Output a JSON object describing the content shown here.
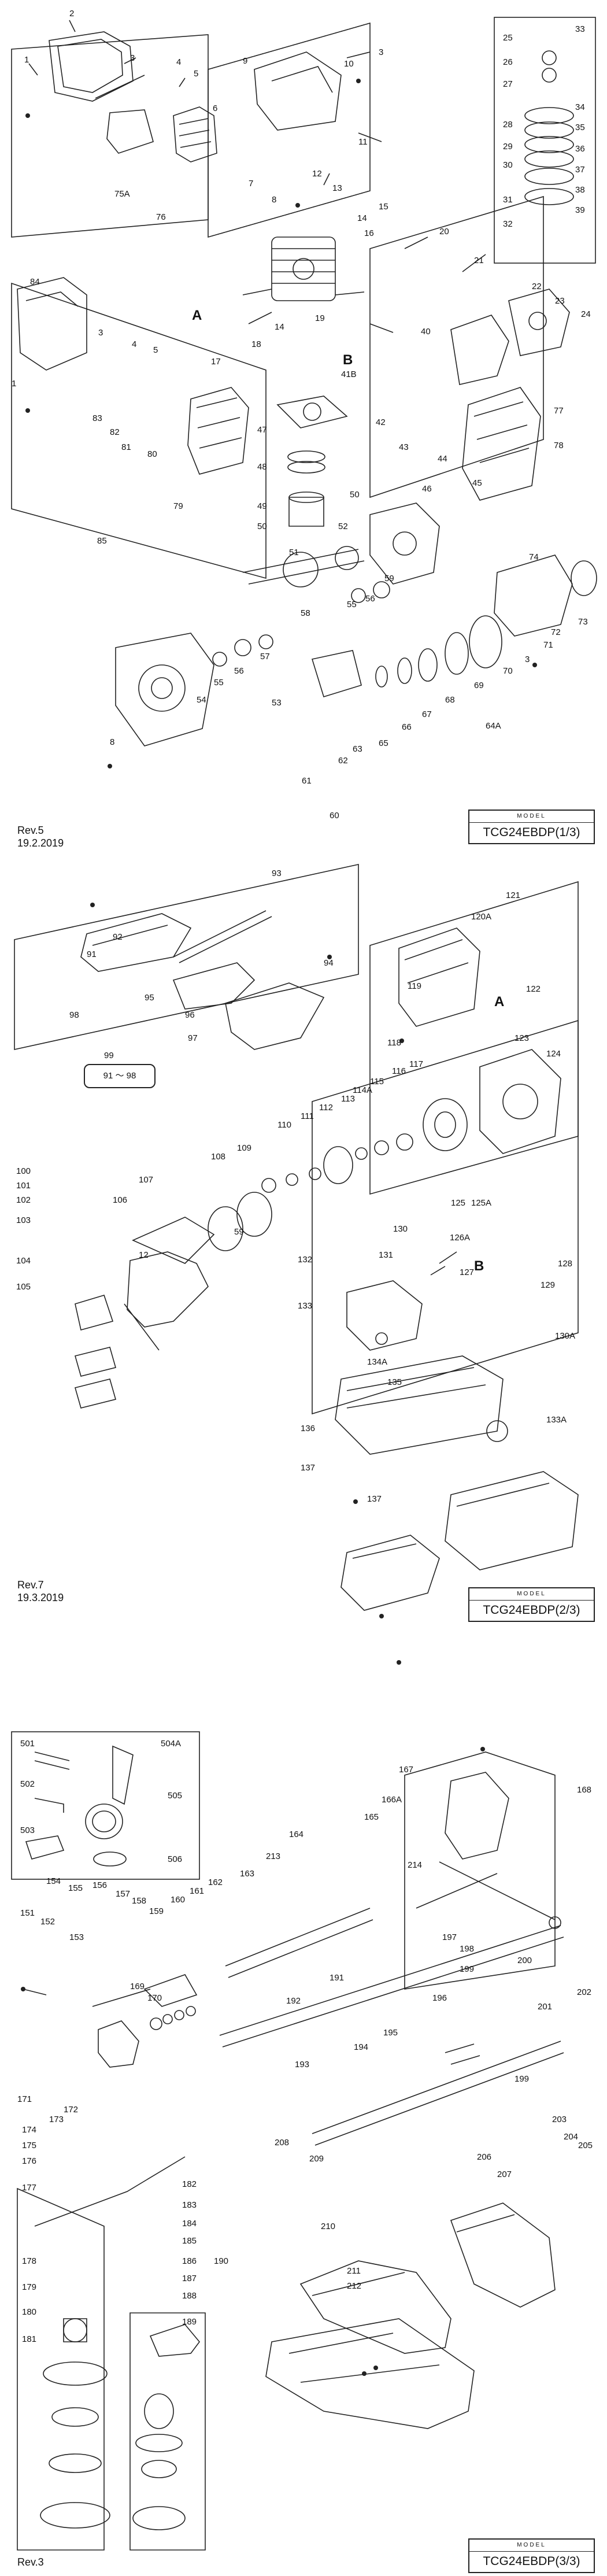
{
  "sheets": [
    {
      "rev": "Rev.5",
      "date": "19.2.2019",
      "model_header": "MODEL",
      "model": "TCG24EBDP(1/3)",
      "letters": [
        "A",
        "B"
      ],
      "labels": [
        "1",
        "2",
        "3",
        "4",
        "5",
        "6",
        "75A",
        "76",
        "9",
        "10",
        "3",
        "11",
        "12",
        "13",
        "7",
        "8",
        "14",
        "15",
        "16",
        "17",
        "18",
        "14",
        "19",
        "20",
        "21",
        "22",
        "23",
        "24",
        "25",
        "26",
        "27",
        "28",
        "29",
        "30",
        "31",
        "32",
        "33",
        "34",
        "35",
        "36",
        "37",
        "38",
        "39",
        "84",
        "3",
        "4",
        "5",
        "1",
        "83",
        "82",
        "81",
        "80",
        "79",
        "85",
        "40",
        "41B",
        "42",
        "43",
        "44",
        "45",
        "46",
        "77",
        "78",
        "47",
        "48",
        "49",
        "50",
        "51",
        "52",
        "50",
        "53",
        "54",
        "55",
        "56",
        "57",
        "58",
        "55",
        "56",
        "59",
        "8",
        "74",
        "73",
        "72",
        "71",
        "3",
        "70",
        "69",
        "68",
        "67",
        "66",
        "65",
        "64A",
        "63",
        "62",
        "61",
        "60"
      ]
    },
    {
      "rev": "Rev.7",
      "date": "19.3.2019",
      "model_header": "MODEL",
      "model": "TCG24EBDP(2/3)",
      "letters": [
        "A",
        "B"
      ],
      "range_text": "91 ～ 98",
      "labels": [
        "93",
        "92",
        "91",
        "94",
        "95",
        "96",
        "97",
        "98",
        "99",
        "121",
        "120A",
        "122",
        "119",
        "123",
        "118",
        "124",
        "117",
        "116",
        "115",
        "114A",
        "113",
        "112",
        "111",
        "110",
        "109",
        "108",
        "107",
        "106",
        "100",
        "101",
        "102",
        "103",
        "104",
        "105",
        "59",
        "12",
        "125",
        "125A",
        "126A",
        "130",
        "131",
        "127",
        "128",
        "129",
        "132",
        "133",
        "130A",
        "134A",
        "135",
        "133A",
        "136",
        "137",
        "137"
      ]
    },
    {
      "rev": "Rev.3",
      "date": "",
      "model_header": "MODEL",
      "model": "TCG24EBDP(3/3)",
      "labels": [
        "501",
        "504A",
        "502",
        "505",
        "503",
        "506",
        "167",
        "168",
        "166A",
        "165",
        "164",
        "213",
        "163",
        "214",
        "154",
        "155",
        "156",
        "157",
        "158",
        "159",
        "160",
        "161",
        "162",
        "151",
        "152",
        "153",
        "169",
        "170",
        "197",
        "198",
        "199",
        "200",
        "191",
        "192",
        "196",
        "201",
        "202",
        "195",
        "194",
        "193",
        "199",
        "203",
        "204",
        "205",
        "206",
        "207",
        "208",
        "209",
        "210",
        "211",
        "212",
        "171",
        "172",
        "173",
        "174",
        "175",
        "176",
        "177",
        "178",
        "179",
        "180",
        "181",
        "182",
        "183",
        "184",
        "185",
        "186",
        "187",
        "188",
        "189",
        "190"
      ]
    }
  ]
}
